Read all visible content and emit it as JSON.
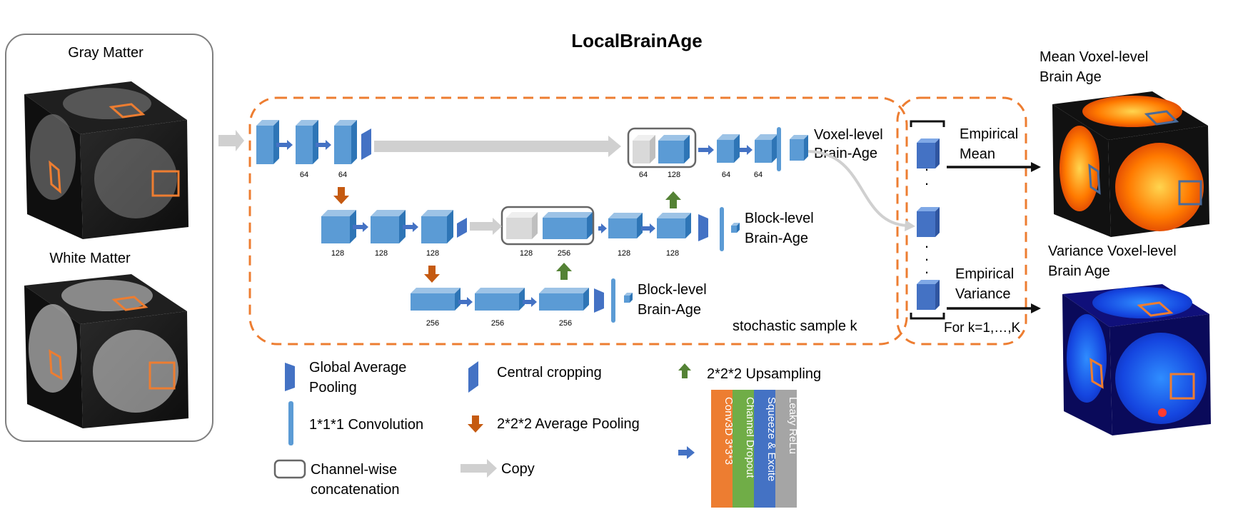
{
  "title": "LocalBrainAge",
  "inputs": {
    "gray_matter": "Gray Matter",
    "white_matter": "White Matter"
  },
  "outputs": {
    "mean_line1": "Mean Voxel-level",
    "mean_line2": "Brain Age",
    "var_line1": "Variance Voxel-level",
    "var_line2": "Brain Age"
  },
  "network": {
    "top_row_channels": [
      "64",
      "64"
    ],
    "top_concat_channels": [
      "64",
      "128"
    ],
    "top_after_channels": [
      "64",
      "64"
    ],
    "mid_row_channels": [
      "128",
      "128",
      "128"
    ],
    "mid_concat_channels": [
      "128",
      "256"
    ],
    "mid_after_channels": [
      "128",
      "128"
    ],
    "bottom_row_channels": [
      "256",
      "256",
      "256"
    ],
    "voxel_out_line1": "Voxel-level",
    "voxel_out_line2": "Brain-Age",
    "block_out1_line1": "Block-level",
    "block_out1_line2": "Brain-Age",
    "block_out2_line1": "Block-level",
    "block_out2_line2": "Brain-Age",
    "stochastic": "stochastic sample k"
  },
  "aggregation": {
    "mean_line1": "Empirical",
    "mean_line2": "Mean",
    "var_line1": "Empirical",
    "var_line2": "Variance",
    "for_k": "For k=1,…,K",
    "dots": [
      "·",
      "·",
      "·",
      "·",
      "·"
    ]
  },
  "legend": {
    "gap_line1": "Global Average",
    "gap_line2": "Pooling",
    "conv": "1*1*1 Convolution",
    "concat_line1": "Channel-wise",
    "concat_line2": "concatenation",
    "crop": "Central cropping",
    "avgpool": "2*2*2 Average Pooling",
    "copy": "Copy",
    "upsample": "2*2*2 Upsampling",
    "block_bars": [
      "Conv3D 3*3*3",
      "Channel Dropout",
      "Squeeze & Excite",
      "Leaky ReLu"
    ]
  },
  "colors": {
    "block_blue": "#5b9bd5",
    "block_blue_dark": "#2e75b6",
    "arrow_blue": "#4472c4",
    "dashed_orange": "#ed7d31",
    "copy_gray": "#d0d0d0",
    "down_arrow": "#c55a11",
    "up_arrow": "#548235",
    "bar_orange": "#ed7d31",
    "bar_green": "#70ad47",
    "bar_blue": "#4472c4",
    "bar_gray": "#a5a5a5"
  }
}
